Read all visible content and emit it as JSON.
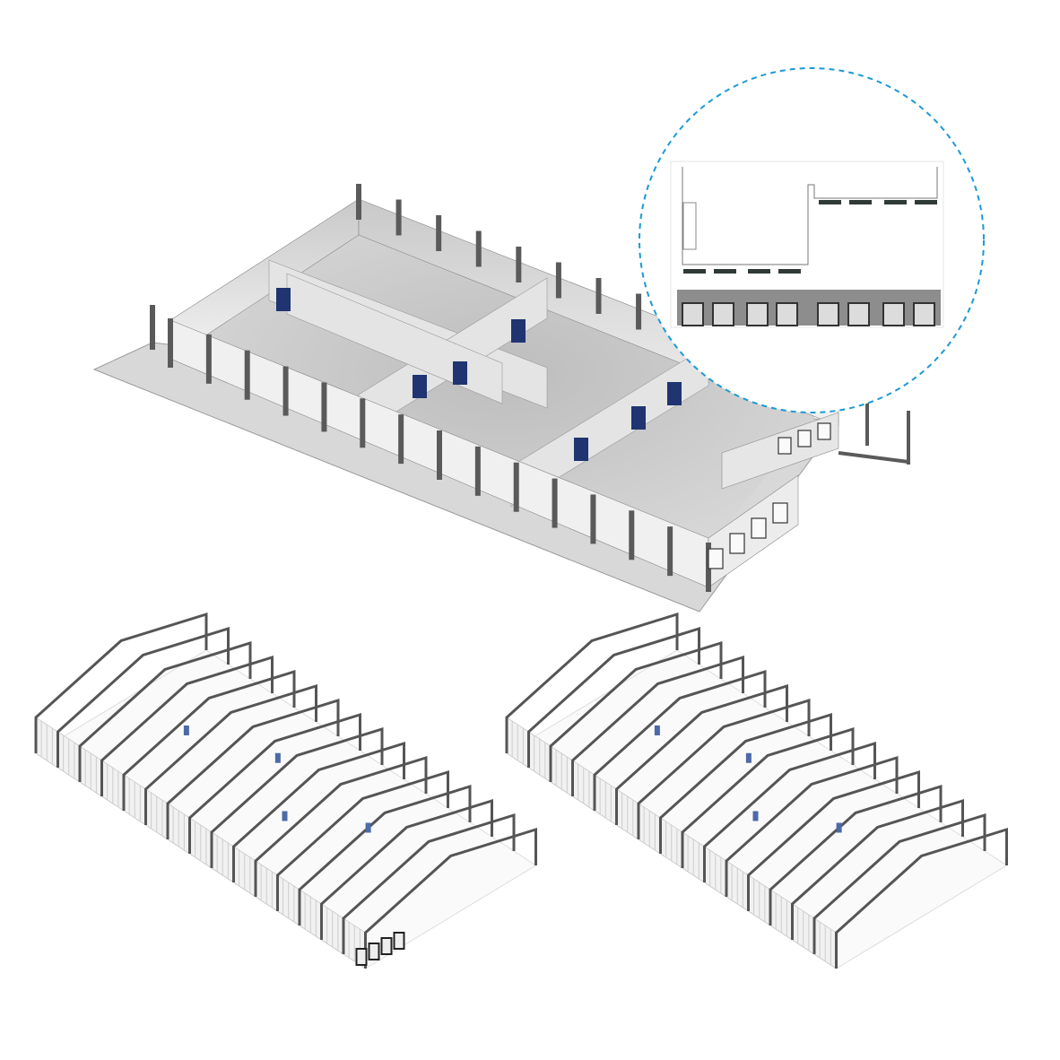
{
  "colors": {
    "accent_dashed_circle": "#1a9ad6",
    "floor": "#cfcfcf",
    "wall": "#ebebeb",
    "wall_dark": "#d2d2d2",
    "column": "#5a5a5a",
    "door": "#1f3470",
    "frame": "#555555",
    "dock_band": "#8a8a8a"
  },
  "illustrations": {
    "main_building": "isometric-warehouse-cutaway",
    "detail_inset": "floor-plan-and-elevation",
    "frame_left": "steel-frame-warehouse-with-docks",
    "frame_right": "steel-frame-warehouse"
  }
}
